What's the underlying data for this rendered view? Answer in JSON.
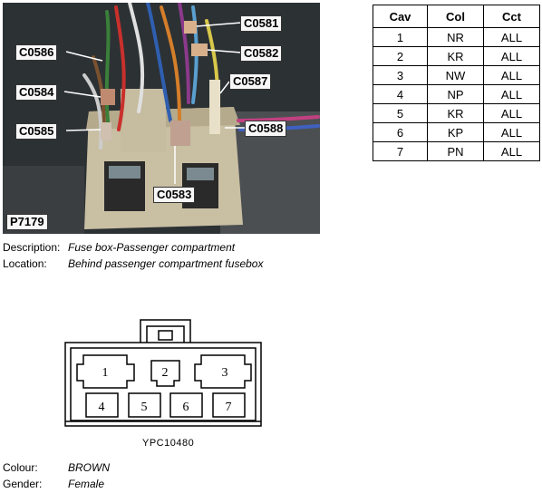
{
  "photo": {
    "id_label": "P7179",
    "callouts": [
      "C0581",
      "C0582",
      "C0586",
      "C0587",
      "C0584",
      "C0585",
      "C0588",
      "C0583"
    ]
  },
  "table": {
    "headers": [
      "Cav",
      "Col",
      "Cct"
    ],
    "rows": [
      [
        "1",
        "NR",
        "ALL"
      ],
      [
        "2",
        "KR",
        "ALL"
      ],
      [
        "3",
        "NW",
        "ALL"
      ],
      [
        "4",
        "NP",
        "ALL"
      ],
      [
        "5",
        "KR",
        "ALL"
      ],
      [
        "6",
        "KP",
        "ALL"
      ],
      [
        "7",
        "PN",
        "ALL"
      ]
    ]
  },
  "description": {
    "label": "Description:",
    "value": "Fuse box-Passenger compartment"
  },
  "location": {
    "label": "Location:",
    "value": "Behind passenger compartment fusebox"
  },
  "connector": {
    "pins": [
      "1",
      "2",
      "3",
      "4",
      "5",
      "6",
      "7"
    ],
    "reference": "YPC10480"
  },
  "colour": {
    "label": "Colour:",
    "value": "BROWN"
  },
  "gender": {
    "label": "Gender:",
    "value": "Female"
  }
}
